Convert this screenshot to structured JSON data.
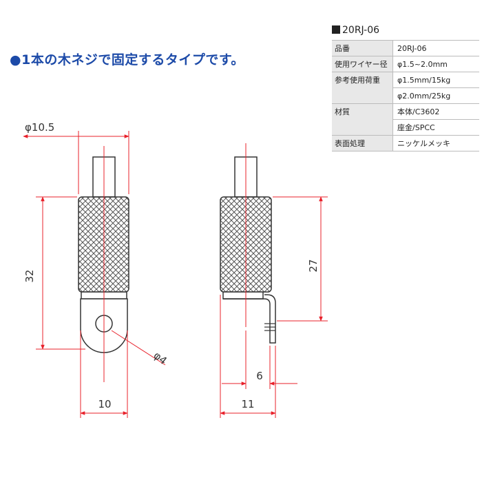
{
  "headline": {
    "bullet": "●",
    "text": "1本の木ネジで固定するタイプです。"
  },
  "spec": {
    "title": "20RJ-06",
    "rows": [
      {
        "key": "品番",
        "value": "20RJ-06"
      },
      {
        "key": "使用ワイヤー径",
        "value": "φ1.5~2.0mm"
      },
      {
        "key": "参考使用荷重",
        "value": "φ1.5mm/15kg"
      },
      {
        "key": "",
        "value": "φ2.0mm/25kg"
      },
      {
        "key": "材質",
        "value": "本体/C3602"
      },
      {
        "key": "",
        "value": "座金/SPCC"
      },
      {
        "key": "表面処理",
        "value": "ニッケルメッキ"
      }
    ]
  },
  "dimensions": {
    "diameter_top": "φ10.5",
    "height_left": "32",
    "hole_diameter": "φ4",
    "width_left": "10",
    "height_right": "27",
    "offset_right": "6",
    "width_right": "11"
  },
  "colors": {
    "dimension_line": "#e8202a",
    "part_outline": "#333333",
    "headline": "#1c4aa8"
  }
}
